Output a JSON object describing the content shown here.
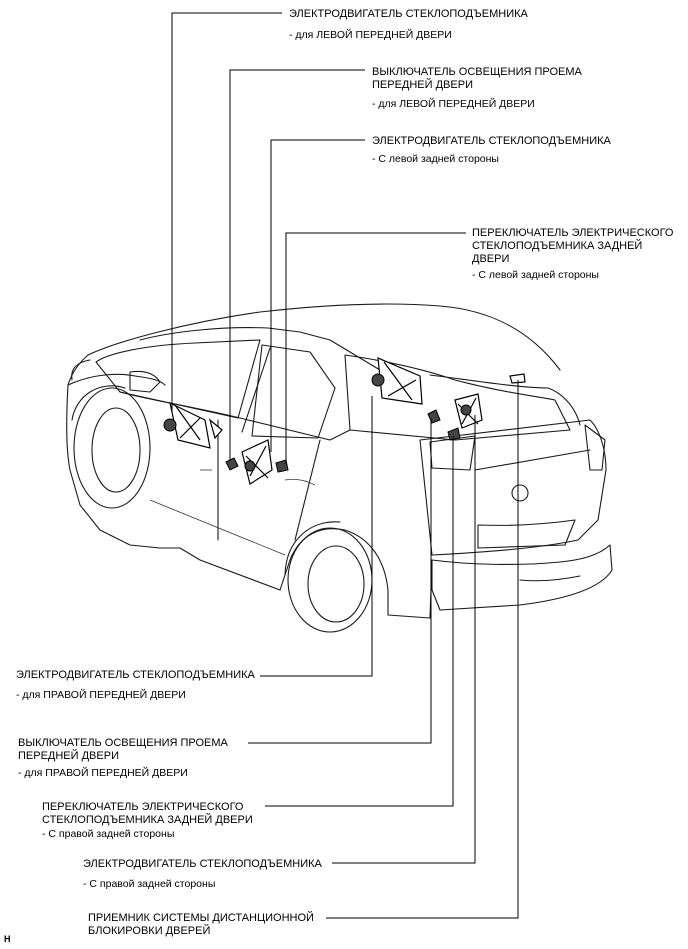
{
  "labels": {
    "lf_motor": {
      "title": "ЭЛЕКТРОДВИГАТЕЛЬ СТЕКЛОПОДЪЕМНИКА",
      "sub": "- для ЛЕВОЙ ПЕРЕДНЕЙ ДВЕРИ"
    },
    "lf_courtesy": {
      "title1": "ВЫКЛЮЧАТЕЛЬ ОСВЕЩЕНИЯ ПРОЕМА",
      "title2": "ПЕРЕДНЕЙ ДВЕРИ",
      "sub": "- для ЛЕВОЙ ПЕРЕДНЕЙ ДВЕРИ"
    },
    "lr_motor": {
      "title": "ЭЛЕКТРОДВИГАТЕЛЬ СТЕКЛОПОДЪЕМНИКА",
      "sub": "- С левой задней стороны"
    },
    "lr_switch": {
      "title1": "ПЕРЕКЛЮЧАТЕЛЬ ЭЛЕКТРИЧЕСКОГО",
      "title2": "СТЕКЛОПОДЪЕМНИКА ЗАДНЕЙ",
      "title3": "ДВЕРИ",
      "sub": "- С левой задней стороны"
    },
    "rf_motor": {
      "title": "ЭЛЕКТРОДВИГАТЕЛЬ СТЕКЛОПОДЪЕМНИКА",
      "sub": "- для ПРАВОЙ ПЕРЕДНЕЙ ДВЕРИ"
    },
    "rf_courtesy": {
      "title1": "ВЫКЛЮЧАТЕЛЬ ОСВЕЩЕНИЯ ПРОЕМА",
      "title2": "ПЕРЕДНЕЙ ДВЕРИ",
      "sub": "- для ПРАВОЙ ПЕРЕДНЕЙ ДВЕРИ"
    },
    "rr_switch": {
      "title1": "ПЕРЕКЛЮЧАТЕЛЬ ЭЛЕКТРИЧЕСКОГО",
      "title2": "СТЕКЛОПОДЪЕМНИКА ЗАДНЕЙ ДВЕРИ",
      "sub": "- С правой задней стороны"
    },
    "rr_motor": {
      "title": "ЭЛЕКТРОДВИГАТЕЛЬ СТЕКЛОПОДЪЕМНИКА",
      "sub": "- С правой задней стороны"
    },
    "receiver": {
      "title1": "ПРИЕМНИК СИСТЕМЫ ДИСТАНЦИОННОЙ",
      "title2": "БЛОКИРОВКИ ДВЕРЕЙ"
    }
  },
  "figure_id": "H"
}
